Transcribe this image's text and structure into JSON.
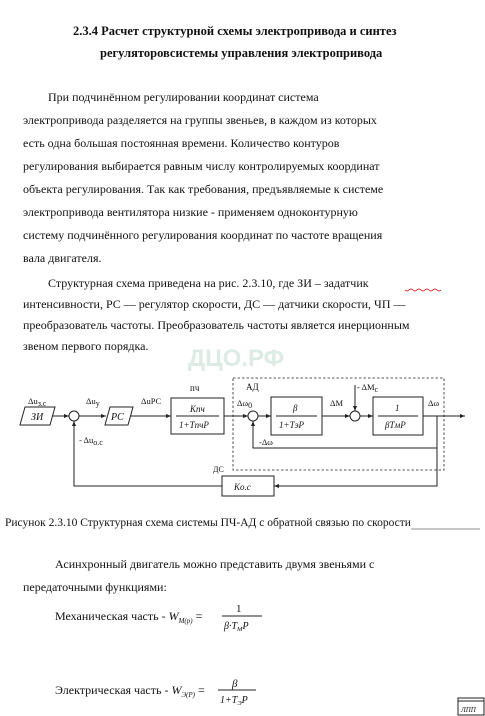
{
  "heading": {
    "line1": "2.3.4 Расчет  структурной  схемы  электропривода  и синтез",
    "line2": "регуляторовсистемы управления электропривода"
  },
  "para1": [
    "При           подчинённом           регулировании           координат           система",
    "электропривода разделяется на группы звеньев, в каждом из которых",
    "есть  одна  большая  постоянная  времени.  Количество  контуров",
    "регулирования  выбирается равным числу контролируемых координат",
    "объекта регулирования. Так как требования, предъявляемые к системе",
    "электропривода   вентилятора  низкие  -  применяем  одноконтурную",
    "систему подчинённого регулирования координат по частоте вращения",
    "вала двигателя."
  ],
  "para2": [
    "Структурная  схема  приведена  на  рис.  2.3.10,  где  ЗИ  –  задатчик",
    "интенсивности, РС — регулятор скорости, ДС — датчики скорости, ЧП —",
    "преобразователь частоты. Преобразователь частоты является инерционным",
    "звеном первого порядка."
  ],
  "watermark": "ДЦО.РФ",
  "diagram": {
    "zi": "ЗИ",
    "rs": "РС",
    "pch_label": "пч",
    "pch_num": "Kпч",
    "pch_den": "1+TпчP",
    "ad_label": "АД",
    "te_num": "β",
    "te_den": "1+TэP",
    "tm_num": "1",
    "tm_den": "βTмP",
    "koc": "Ko.c",
    "ds_label": "ДС",
    "sig_du3": "Δu",
    "sig_du3_sub": "з.с",
    "sig_duy": "Δu",
    "sig_duy_sub": "у",
    "sig_durs": "ΔuPC",
    "sig_dw0": "Δω",
    "sig_dw0_sub": "0",
    "sig_dm": "ΔM",
    "sig_dmc": "- ΔM",
    "sig_dmc_sub": "с",
    "sig_dw": "Δω",
    "sig_mdw": "-Δω",
    "sig_duoc": "- Δu",
    "sig_duoc_sub": "о.с"
  },
  "caption": "Рисунок 2.3.10 Структурная схема системы ПЧ-АД с обратной связью по скорости",
  "para3": [
    "Асинхронный  двигатель  можно  представить  двумя  звеньями  с",
    "передаточными функциями:"
  ],
  "formula1": {
    "label": "Механическая часть - ",
    "w": "W",
    "sub": "M(p)",
    "eq": " = ",
    "num": "1",
    "den": "β·T",
    "den_sub": "M",
    "den_end": "P"
  },
  "formula2": {
    "label": "Электрическая часть - ",
    "w": "W",
    "sub": "Э(P)",
    "eq": " = ",
    "num": "β",
    "den": "1+T",
    "den_sub": "Э",
    "den_end": "P"
  },
  "corner": "ЛПП"
}
